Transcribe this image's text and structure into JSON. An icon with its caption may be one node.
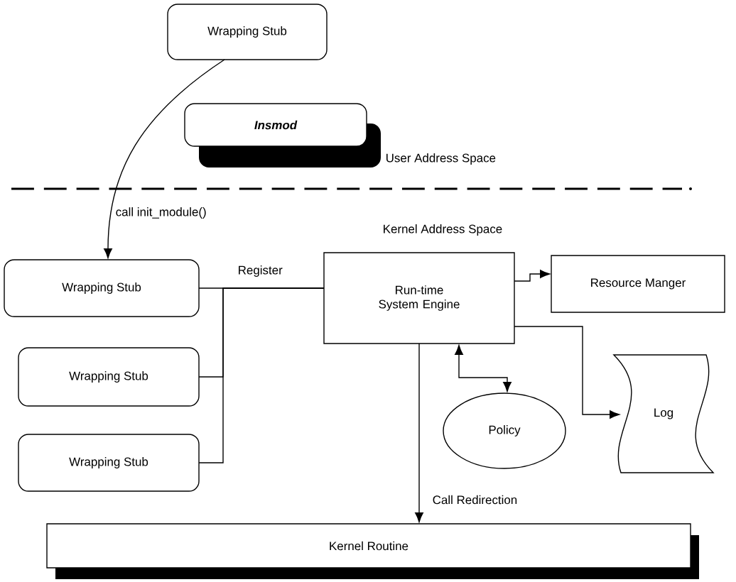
{
  "diagram": {
    "nodes": [
      {
        "text": [
          "Wrapping Stub"
        ]
      },
      {
        "text": [
          "Insmod"
        ]
      },
      {
        "text": [
          "Wrapping Stub"
        ]
      },
      {
        "text": [
          "Wrapping Stub"
        ]
      },
      {
        "text": [
          "Wrapping Stub"
        ]
      },
      {
        "text": [
          "Run-time System Engine"
        ]
      },
      {
        "text": [
          "Resource Manger"
        ]
      },
      {
        "text": [
          "Log"
        ]
      },
      {
        "text": [
          "Policy"
        ]
      },
      {
        "text": [
          "Kernel Routine"
        ]
      }
    ],
    "edges": [
      {
        "from": 0,
        "to": 2,
        "arrow": "to",
        "label": "call init_module()"
      },
      {
        "from": 2,
        "to": 5,
        "arrow": "none",
        "label": "Register"
      },
      {
        "from": 3,
        "to": 5,
        "arrow": "none"
      },
      {
        "from": 4,
        "to": 5,
        "arrow": "none"
      },
      {
        "from": 5,
        "to": 6,
        "arrow": "to"
      },
      {
        "from": 5,
        "to": 7,
        "arrow": "to"
      },
      {
        "from": 5,
        "to": 8,
        "arrow": "both"
      },
      {
        "from": 5,
        "to": 9,
        "arrow": "to",
        "label": "Call Redirection"
      }
    ],
    "labels": [
      "User Address Space",
      "Kernel Address Space"
    ]
  }
}
